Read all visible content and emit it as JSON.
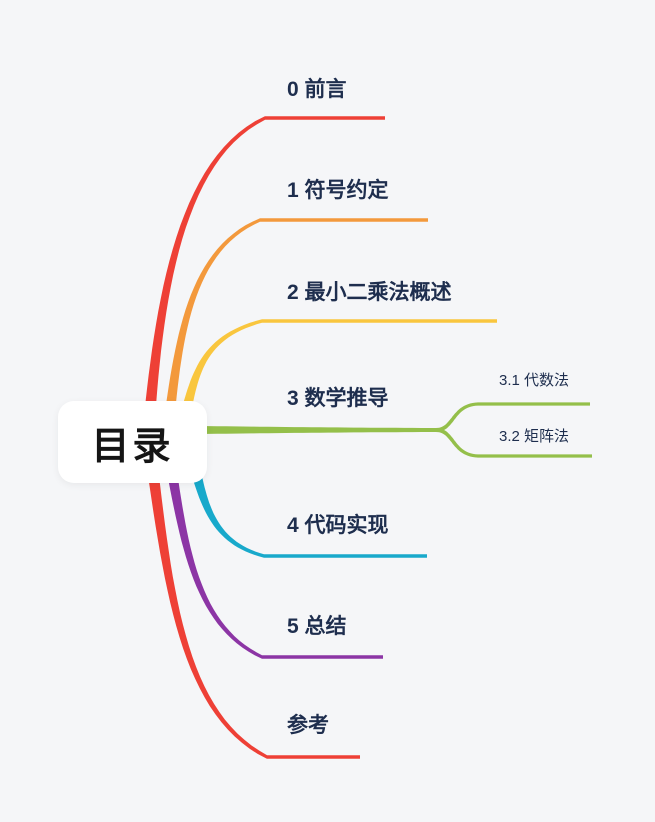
{
  "root": {
    "label": "目录"
  },
  "branches": [
    {
      "id": "preface",
      "label": "0 前言",
      "color": "#ee4036"
    },
    {
      "id": "notation",
      "label": "1 符号约定",
      "color": "#f3993c"
    },
    {
      "id": "overview",
      "label": "2 最小二乘法概述",
      "color": "#f9c63e"
    },
    {
      "id": "derivation",
      "label": "3 数学推导",
      "color": "#94bf4a",
      "children": [
        {
          "id": "algebraic",
          "label": "3.1 代数法"
        },
        {
          "id": "matrix",
          "label": "3.2 矩阵法"
        }
      ]
    },
    {
      "id": "code",
      "label": "4 代码实现",
      "color": "#18a9cb"
    },
    {
      "id": "summary",
      "label": "5 总结",
      "color": "#8c35a5"
    },
    {
      "id": "references",
      "label": "参考",
      "color": "#ee4036"
    }
  ],
  "colors": {
    "background": "#f5f6f8",
    "node_background": "#ffffff",
    "node_text": "#151515",
    "label_text": "#1e2e4e"
  }
}
